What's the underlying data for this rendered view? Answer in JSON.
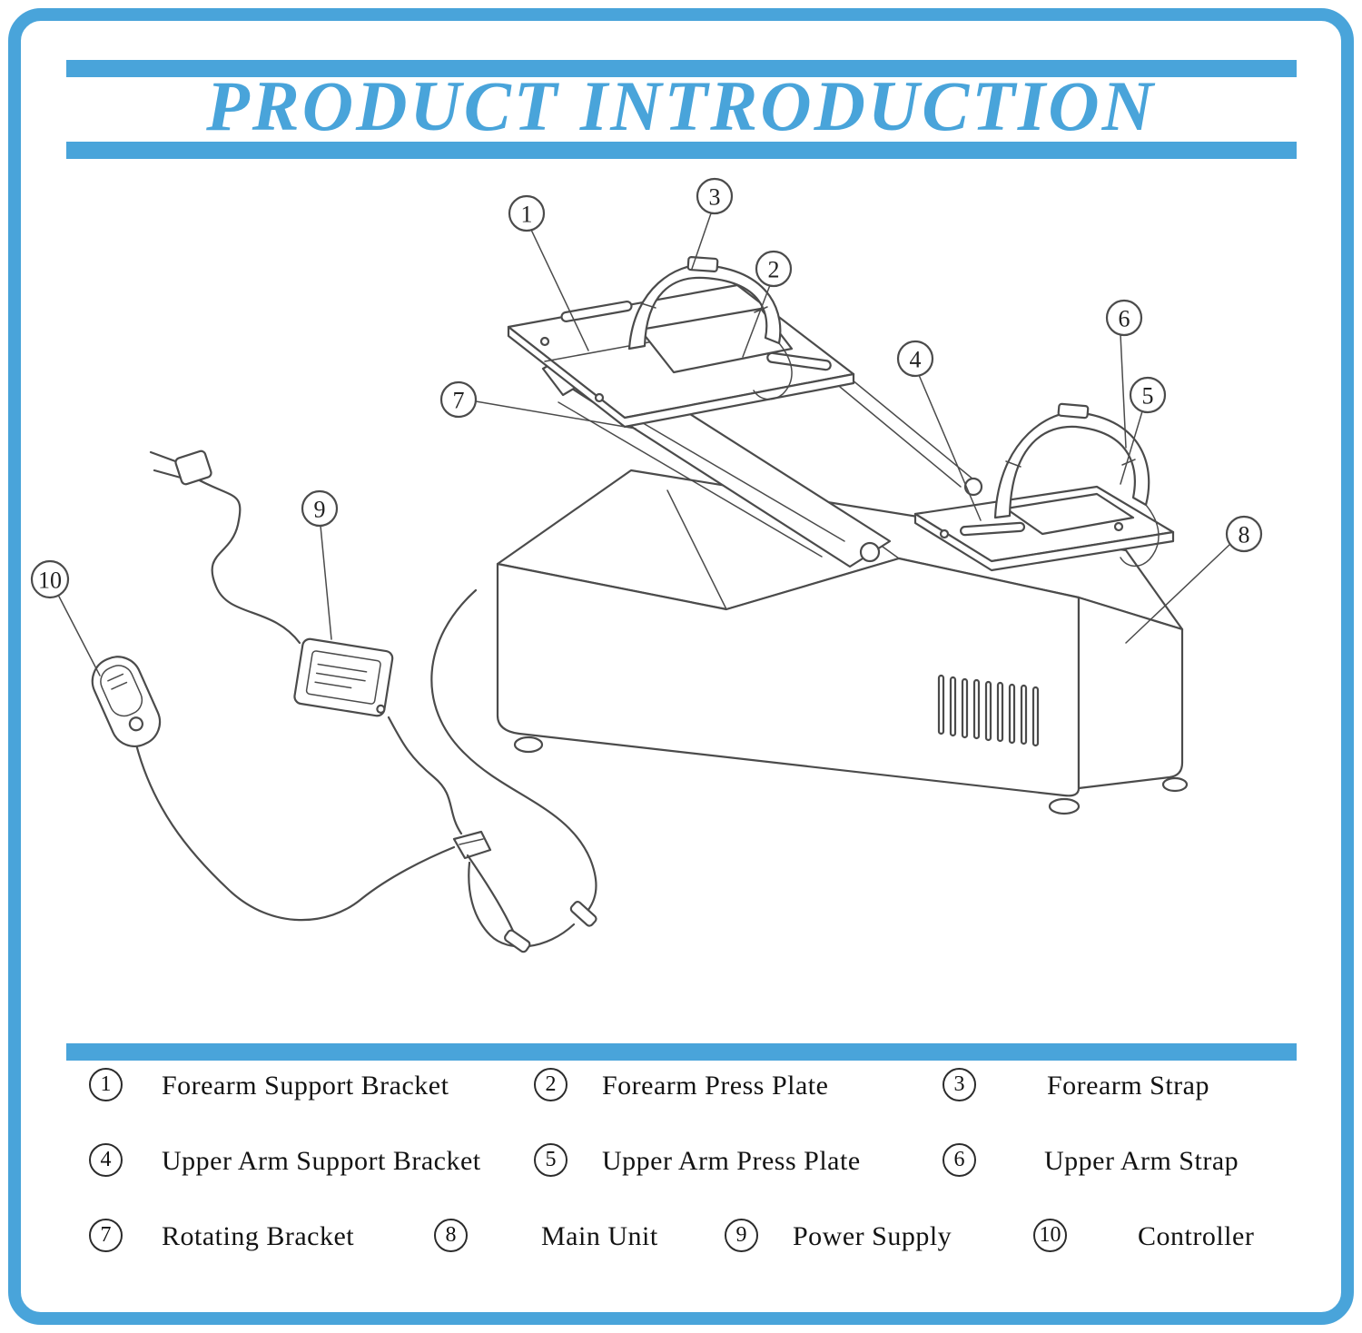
{
  "title": "PRODUCT INTRODUCTION",
  "colors": {
    "accent": "#49A4DA",
    "line": "#4b4b4b",
    "text": "#131313"
  },
  "legend": [
    {
      "num": "1",
      "label": "Forearm Support Bracket"
    },
    {
      "num": "2",
      "label": "Forearm Press Plate"
    },
    {
      "num": "3",
      "label": "Forearm Strap"
    },
    {
      "num": "4",
      "label": "Upper Arm Support Bracket"
    },
    {
      "num": "5",
      "label": "Upper Arm Press Plate"
    },
    {
      "num": "6",
      "label": "Upper Arm Strap"
    },
    {
      "num": "7",
      "label": "Rotating Bracket"
    },
    {
      "num": "8",
      "label": "Main Unit"
    },
    {
      "num": "9",
      "label": "Power Supply"
    },
    {
      "num": "10",
      "label": "Controller"
    }
  ]
}
